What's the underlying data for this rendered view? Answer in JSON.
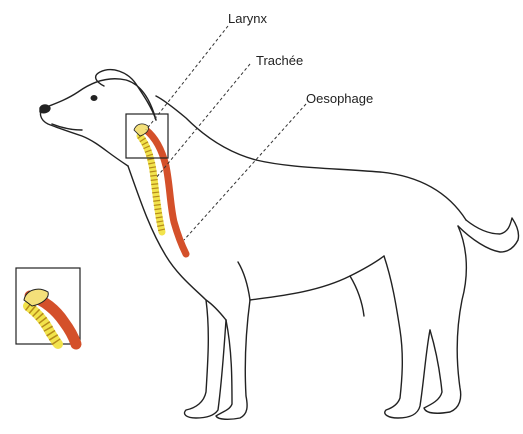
{
  "labels": {
    "larynx": "Larynx",
    "trachea": "Trachée",
    "esophagus": "Oesophage"
  },
  "colors": {
    "outline": "#222222",
    "esophagus": "#d4502a",
    "trachea": "#f2e34c",
    "trachea_rings": "#b58a1a",
    "larynx_cartilage": "#f4e07a",
    "leader_line": "#333333"
  }
}
